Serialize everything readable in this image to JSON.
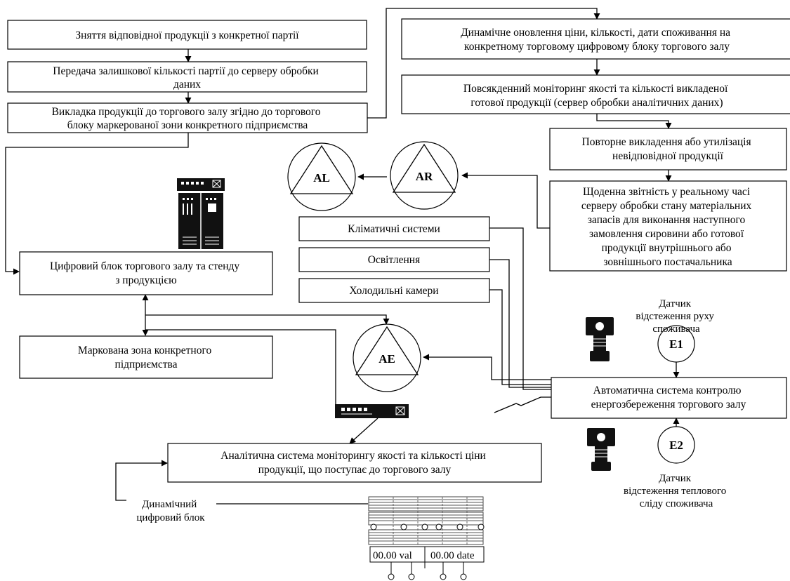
{
  "boxes": {
    "b_take": [
      "Зняття відповідної продукції з конкретної партії"
    ],
    "b_transfer": [
      "Передача залишкової кількості партії до серверу обробки",
      "даних"
    ],
    "b_display": [
      "Викладка продукції до торгового залу згідно до торгового",
      "блоку маркерованої зони конкретного підприємства"
    ],
    "b_digital": [
      "Цифровий блок торгового залу та стенду",
      "з продукцією"
    ],
    "b_zone": [
      "Маркована зона конкретного",
      "підприємства"
    ],
    "b_analytic": [
      "Аналітична система моніторингу якості та кількості ціни",
      "продукції, що поступає до торгового залу"
    ],
    "b_dynamic": [
      "Динамічне оновлення ціни, кількості, дати споживання на",
      "конкретному торговому цифровому блоку торгового залу"
    ],
    "b_monitor": [
      "Повсякденний моніторинг якості та кількості викладеної",
      "готової продукції (сервер обробки аналітичних даних)"
    ],
    "b_redisplay": [
      "Повторне викладення або утилізація",
      "невідповідної продукції"
    ],
    "b_report": [
      "Щоденна звітність у реальному часі",
      "серверу обробки стану матеріальних",
      "запасів для виконання наступного",
      "замовлення сировини або готової",
      "продукції внутрішнього або",
      "зовнішнього постачальника"
    ],
    "b_climate": [
      "Кліматичні системи"
    ],
    "b_light": [
      "Освітлення"
    ],
    "b_cold": [
      "Холодильні камери"
    ],
    "b_auto": [
      "Автоматична система контролю",
      "енергозбереження торгового залу"
    ]
  },
  "circles": {
    "al": "AL",
    "ar": "AR",
    "ae": "AE",
    "e1": "E1",
    "e2": "E2"
  },
  "captions": {
    "sensor_motion": [
      "Датчик",
      "відстеження руху",
      "споживача"
    ],
    "sensor_heat": [
      "Датчик",
      "відстеження теплового",
      "сліду споживача"
    ],
    "dyn_block": [
      "Динамічний",
      "цифровий блок"
    ]
  },
  "display_panel": {
    "val": "00.00 val",
    "date": "00.00 date"
  }
}
